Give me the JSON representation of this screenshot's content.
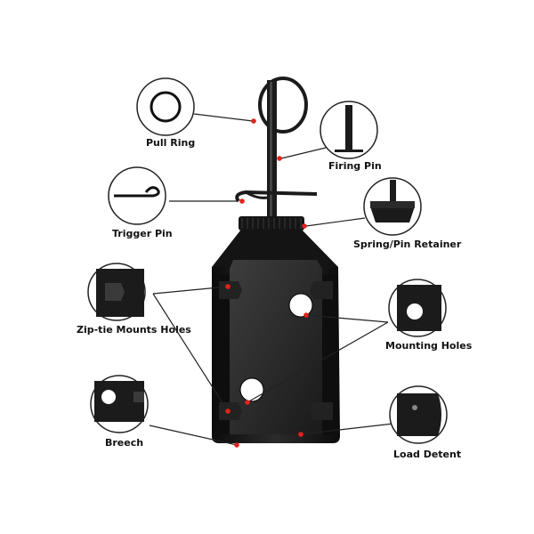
{
  "diagram": {
    "parts": [
      {
        "id": "pull-ring",
        "label": "Pull Ring"
      },
      {
        "id": "firing-pin",
        "label": "Firing Pin"
      },
      {
        "id": "trigger-pin",
        "label": "Trigger Pin"
      },
      {
        "id": "spring-pin-retainer",
        "label": "Spring/Pin Retainer"
      },
      {
        "id": "zip-tie-mounts-holes",
        "label": "Zip-tie Mounts Holes"
      },
      {
        "id": "mounting-holes",
        "label": "Mounting Holes"
      },
      {
        "id": "breech",
        "label": "Breech"
      },
      {
        "id": "load-detent",
        "label": "Load Detent"
      }
    ],
    "colors": {
      "body": "#1b1b1b",
      "body_highlight": "#3a3a3a",
      "callout_dot": "#e0241b",
      "leader_line": "#222222",
      "inset_border": "#222222"
    }
  }
}
